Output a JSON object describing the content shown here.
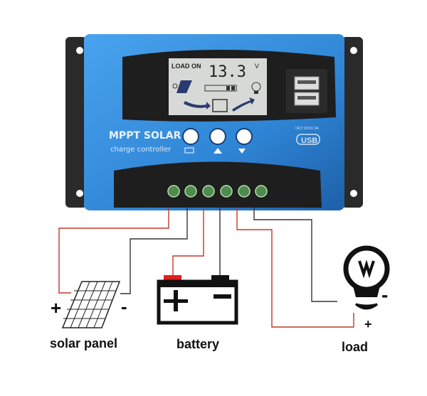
{
  "controller": {
    "title": "MPPT SOLAR",
    "subtitle": "charge controller",
    "lcd": {
      "status": "LOAD ON",
      "voltage": "13.3",
      "unit": "V"
    },
    "usb": {
      "rating": "OUT DC5V 2A",
      "label": "USB"
    },
    "buttons": [
      "menu",
      "up",
      "down"
    ]
  },
  "components": {
    "solar_panel": "solar panel",
    "battery": "battery",
    "load": "load"
  },
  "polarity": {
    "plus": "+",
    "minus": "-"
  },
  "colors": {
    "body_blue": "#2f86d6",
    "wire_red": "#c0392b",
    "wire_black": "#333333",
    "lcd_bg": "#d7d9d6",
    "battery_red": "#e02020"
  }
}
